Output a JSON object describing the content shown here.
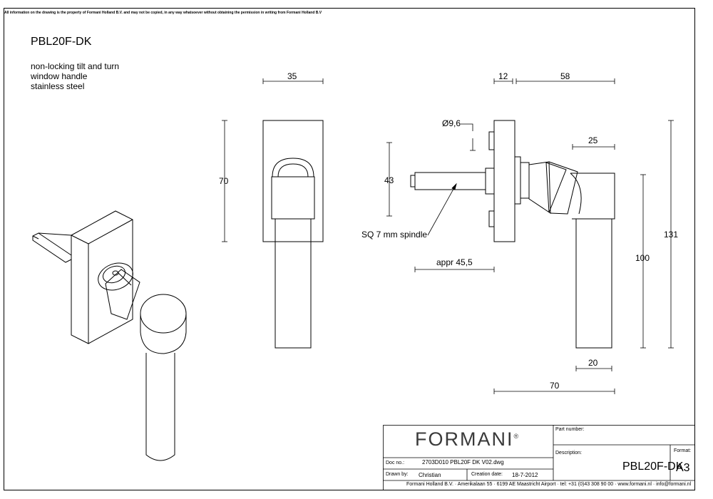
{
  "notice": "All information on the drawing is the property of Formani Holland B.V. and may not be copied, in any way whatsoever without obtaining the permission in writing from Formani Holland B.V",
  "product": {
    "code": "PBL20F-DK",
    "description_lines": [
      "non-locking tilt and turn",
      "window handle",
      "stainless steel"
    ]
  },
  "dimensions": {
    "front_width": "35",
    "front_height": "70",
    "rose_thickness": "12",
    "projection": "58",
    "spindle_diameter": "Ø9,6",
    "spindle_height": "43",
    "spindle_note": "SQ 7 mm spindle",
    "spindle_length": "appr 45,5",
    "grip_top": "25",
    "grip_length": "100",
    "total_height": "131",
    "grip_width": "20",
    "total_depth": "70"
  },
  "title_block": {
    "logo": "FORMANI",
    "registered": "®",
    "part_number_label": "Part number:",
    "description_label": "Description:",
    "description_value": "PBL20F-DK",
    "format_label": "Format:",
    "format_value": "A3",
    "doc_no_label": "Doc no.:",
    "doc_no_value": "2703D010 PBL20F DK V02.dwg",
    "drawn_by_label": "Drawn by:",
    "drawn_by_value": "Christian",
    "creation_date_label": "Creation date:",
    "creation_date_value": "18-7-2012",
    "footer": "Formani Holland B.V. · Amerikalaan 55 · 6199 AE Maastricht Airport · tel: +31 (0)43 308 90 00 · www.formani.nl · info@formani.nl"
  }
}
